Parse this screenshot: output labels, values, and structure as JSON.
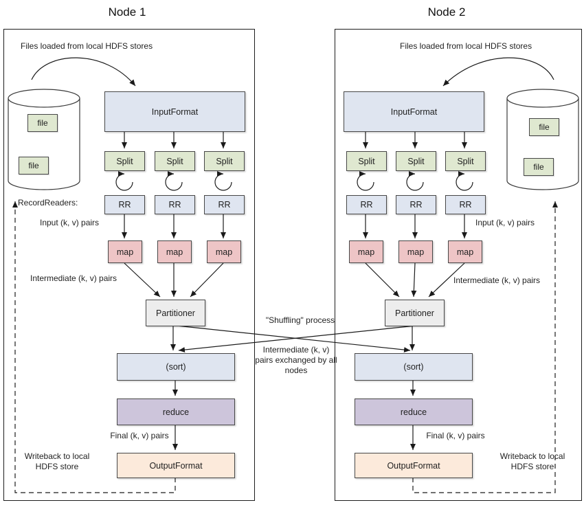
{
  "nodes": [
    {
      "title": "Node 1"
    },
    {
      "title": "Node 2"
    }
  ],
  "labels": {
    "files_loaded": "Files loaded from local HDFS stores",
    "input_format": "InputFormat",
    "split": "Split",
    "record_readers": "RecordReaders:",
    "rr": "RR",
    "input_pairs": "Input (k, v) pairs",
    "map": "map",
    "intermediate_pairs": "Intermediate (k, v) pairs",
    "partitioner": "Partitioner",
    "shuffling_process": "\"Shuffling\" process",
    "exchange_note": "Intermediate (k, v) pairs exchanged by all nodes",
    "sort": "(sort)",
    "reduce": "reduce",
    "final_pairs": "Final (k, v) pairs",
    "output_format": "OutputFormat",
    "file": "file",
    "writeback": "Writeback to local HDFS store"
  },
  "icons": {
    "loop": "circular-arrow",
    "arrowhead": "solid-triangle"
  },
  "colors": {
    "box_blue": "#dfe5f0",
    "box_green": "#dfe8d0",
    "box_pink": "#eec5c6",
    "box_gray": "#ededed",
    "box_purple": "#cdc5db",
    "box_peach": "#fceadb",
    "line": "#1a1a1a",
    "border": "#464646",
    "text": "#1f1f1f"
  }
}
